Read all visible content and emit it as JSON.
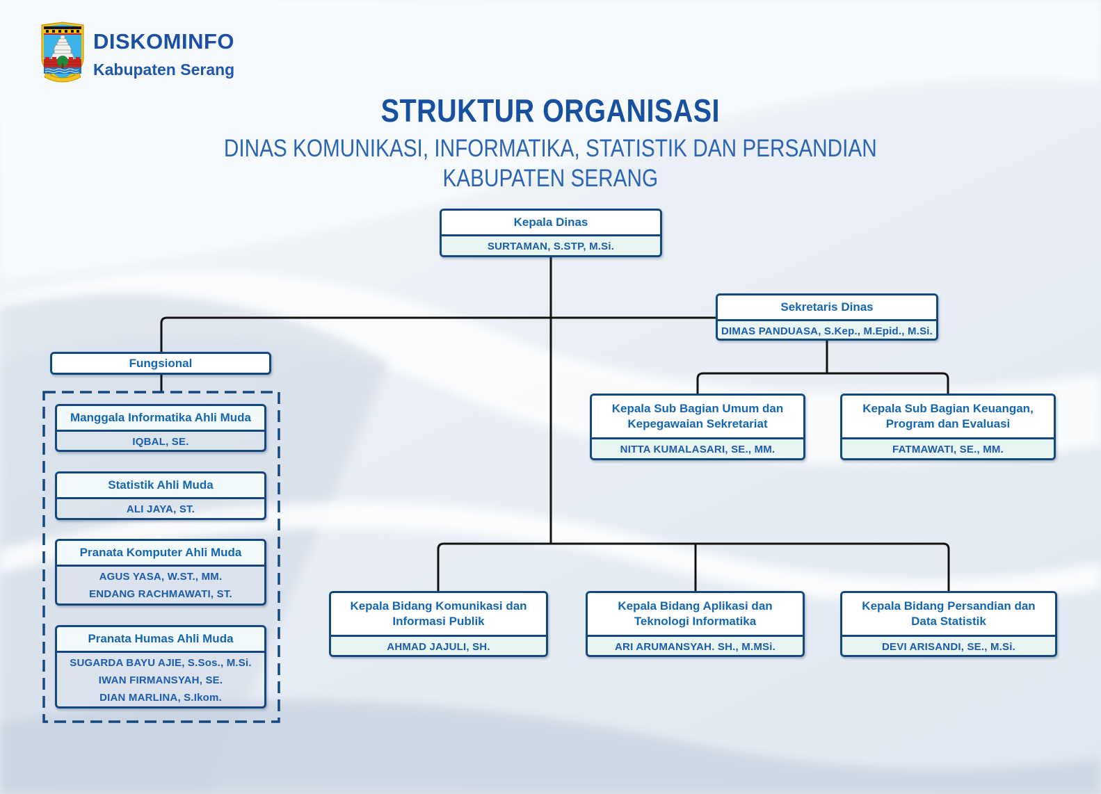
{
  "brand": {
    "name": "DISKOMINFO",
    "region": "Kabupaten Serang"
  },
  "heading": {
    "title": "STRUKTUR ORGANISASI",
    "subtitle1": "DINAS KOMUNIKASI, INFORMATIKA, STATISTIK DAN PERSANDIAN",
    "subtitle2": "KABUPATEN SERANG"
  },
  "org": {
    "kepala_dinas": {
      "title": "Kepala Dinas",
      "names": [
        "SURTAMAN, S.STP, M.Si."
      ]
    },
    "sekretaris": {
      "title": "Sekretaris Dinas",
      "names": [
        "DIMAS PANDUASA, S.Kep., M.Epid., M.Si."
      ]
    },
    "fungsional_label": "Fungsional",
    "fungsional": [
      {
        "title": "Manggala Informatika Ahli Muda",
        "names": [
          "IQBAL, SE."
        ]
      },
      {
        "title": "Statistik Ahli Muda",
        "names": [
          "ALI JAYA, ST."
        ]
      },
      {
        "title": "Pranata Komputer Ahli Muda",
        "names": [
          "AGUS YASA, W.ST., MM.",
          "ENDANG RACHMAWATI, ST."
        ]
      },
      {
        "title": "Pranata Humas Ahli Muda",
        "names": [
          "SUGARDA BAYU AJIE, S.Sos., M.Si.",
          "IWAN FIRMANSYAH, SE.",
          "DIAN MARLINA, S.Ikom."
        ]
      }
    ],
    "subbagian": [
      {
        "title": "Kepala Sub Bagian Umum dan Kepegawaian Sekretariat",
        "names": [
          "NITTA KUMALASARI, SE., MM."
        ]
      },
      {
        "title": "Kepala Sub Bagian Keuangan, Program dan Evaluasi",
        "names": [
          "FATMAWATI, SE., MM."
        ]
      }
    ],
    "bidang": [
      {
        "title": "Kepala Bidang Komunikasi dan Informasi Publik",
        "names": [
          "AHMAD JAJULI, SH."
        ]
      },
      {
        "title": "Kepala Bidang Aplikasi dan Teknologi Informatika",
        "names": [
          "ARI ARUMANSYAH. SH., M.MSi."
        ]
      },
      {
        "title": "Kepala Bidang Persandian dan Data Statistik",
        "names": [
          "DEVI ARISANDI, SE., M.Si."
        ]
      }
    ]
  },
  "icons": {
    "logo": "kabupaten-serang-crest-icon"
  },
  "colors": {
    "box_border": "#14477e",
    "box_title_text": "#1566b1",
    "box_name_text": "#1c5bab",
    "box_name_bg": "#e9f5f2",
    "connector": "#111111",
    "brand_text": "#1b4fa1",
    "heading_text": "#17509f",
    "subtitle_text": "#2a64b3",
    "dashed_outline": "#14477e"
  }
}
